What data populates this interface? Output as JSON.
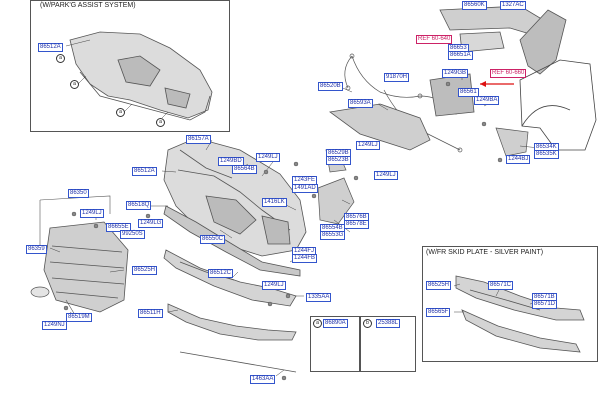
{
  "frames": {
    "park_assist_title": "(W/PARK'G ASSIST SYSTEM)",
    "skid_plate_title": "(W/FR SKID PLATE - SILVER PAINT)"
  },
  "labels": {
    "p86560K": "86560K",
    "p1327AC": "1327AC",
    "ref1": "REF 60-640",
    "p86653": "86653",
    "p86651A": "86651A",
    "p1249GB": "1249GB",
    "ref2": "REF 60-660",
    "p86561": "86561",
    "p1249BA": "1249BA",
    "p86512A_top": "86512A",
    "p86520B": "86520B",
    "p91870H": "91870H",
    "p86593A": "86593A",
    "p86534K": "86534K",
    "p86535K": "86535K",
    "p1244BJ_r": "1244BJ",
    "p86157A": "86157A",
    "p1249BD": "1249BD",
    "p86564B": "86564B",
    "p1249LJ_a": "1249LJ",
    "p86529B": "86529B",
    "p86523B": "86523B",
    "p1249LJ_b": "1249LJ",
    "p1249LJ_c": "1249LJ",
    "p86512A_mid": "86512A",
    "p1243FE": "1243FE",
    "p1491AD": "1491AD",
    "p86350": "86350",
    "p1416LK": "1416LK",
    "p86518Q": "86518Q",
    "p1249LJ_d": "1249LJ",
    "p1249LG": "1249LG",
    "p86655E": "86655E",
    "p99250S": "99250S",
    "p86576B": "86576B",
    "p86578E": "86578E",
    "p86554B": "86554B",
    "p86553G": "86553G",
    "p86550C": "86550C",
    "p1244FJ": "1244FJ",
    "p1244FB": "1244FB",
    "p86359": "86359",
    "p86525H_l": "86525H",
    "p86512C": "86512C",
    "p1249LJ_e": "1249LJ",
    "p1335AA": "1335AA",
    "p86519M": "86519M",
    "p1249NJ": "1249NJ",
    "p86511H": "86511H",
    "p86890A": "86890A",
    "p25388L": "25388L",
    "p1463AA": "1463AA",
    "p86525H_r": "86525H",
    "p86571C": "86571C",
    "p86571B": "86571B",
    "p86571D": "86571D",
    "p86565F": "86565F"
  },
  "legend": {
    "a": "a",
    "b": "b"
  },
  "symbols": {
    "a": "a",
    "b": "b"
  },
  "colors": {
    "label_border": "#3355cc",
    "label_text": "#2233aa",
    "ref_color": "#cc2266",
    "arrow": "#dd1111",
    "line": "#444444"
  }
}
